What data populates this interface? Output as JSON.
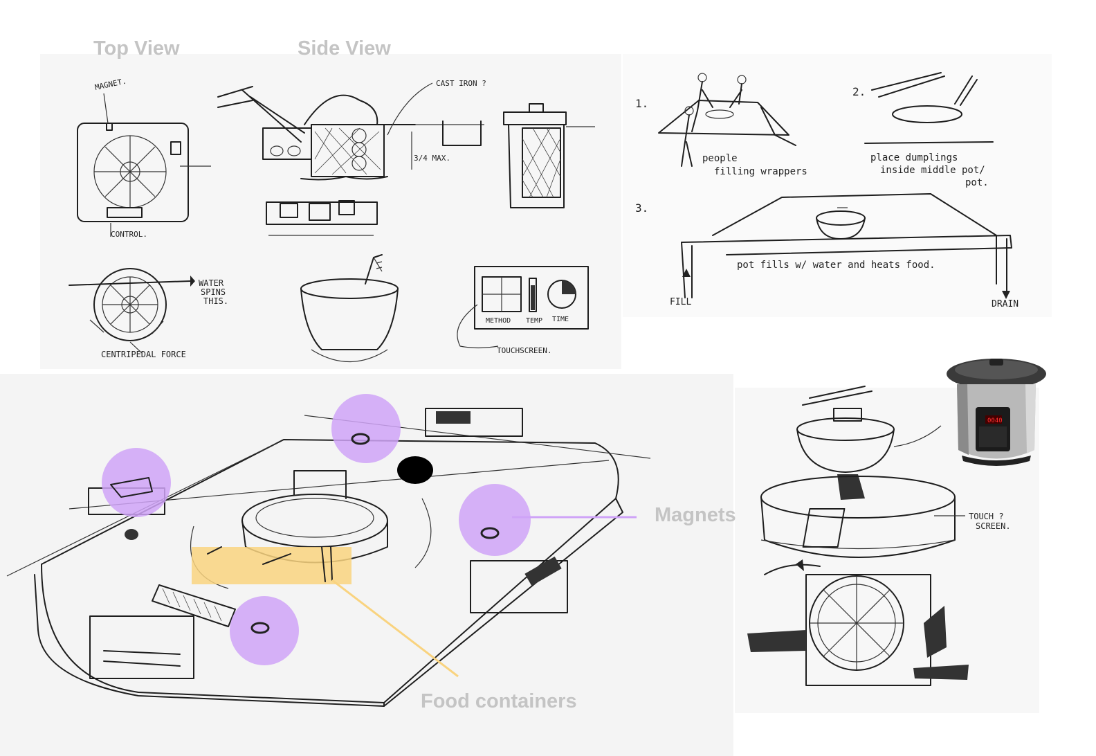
{
  "headers": {
    "top_view": "Top View",
    "side_view": "Side View"
  },
  "callouts": {
    "magnets": "Magnets",
    "food_containers": "Food containers"
  },
  "sketch_notes": {
    "magnet": "MAGNET.",
    "control": "CONTROL.",
    "water_spins": "WATER",
    "water_spins_2": "SPINS",
    "water_spins_3": "THIS.",
    "centripedal": "CENTRIPEDAL FORCE",
    "cast_iron": "CAST IRON ?",
    "max": "3/4 MAX.",
    "method": "METHOD",
    "temp": "TEMP",
    "time": "TIME",
    "touchscreen": "TOUCHSCREEN.",
    "step1_num": "1.",
    "step1_text_1": "people",
    "step1_text_2": "filling wrappers",
    "step2_num": "2.",
    "step2_text_1": "place dumplings",
    "step2_text_2": "inside middle pot/",
    "step2_text_3": "pot.",
    "step3_num": "3.",
    "step3_text": "pot fills w/ water and heats food.",
    "fill": "FILL",
    "drain": "DRAIN",
    "touch_screen_q": "TOUCH ?",
    "touch_screen_q2": "SCREEN."
  },
  "colors": {
    "magnet_highlight": "#cfa3f7",
    "food_highlight": "#f9d37f",
    "callout_text": "#c4c4c4"
  },
  "icons": {
    "pressure_cooker": "instant-pot-photo"
  }
}
